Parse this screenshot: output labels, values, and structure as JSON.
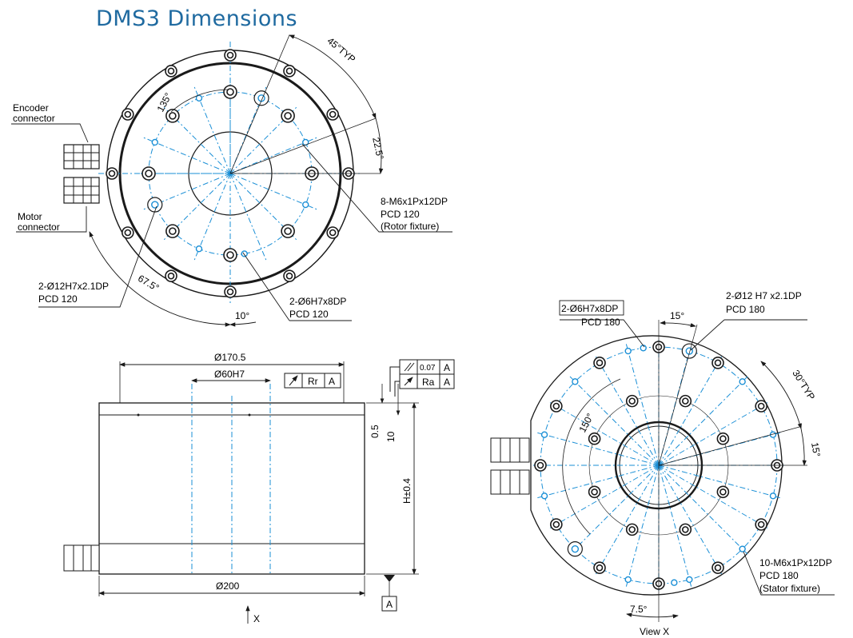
{
  "title": "DMS3 Dimensions",
  "top_view": {
    "encoder_label_1": "Encoder",
    "encoder_label_2": "connector",
    "motor_label_1": "Motor",
    "motor_label_2": "connector",
    "angle_45": "45°TYP",
    "angle_135": "135°",
    "angle_22_5": "22.5°",
    "angle_67_5": "67.5°",
    "angle_10": "10°",
    "rotor_thread_1": "8-M6x1Px12DP",
    "rotor_thread_2": "PCD 120",
    "rotor_thread_3": "(Rotor fixture)",
    "pin_12_1": "2-Ø12H7x2.1DP",
    "pin_12_2": "PCD 120",
    "pin_6_1": "2-Ø6H7x8DP",
    "pin_6_2": "PCD 120"
  },
  "side_view": {
    "dia_170": "Ø170.5",
    "dia_60": "Ø60H7",
    "runout_label": "Rr",
    "runout_datum": "A",
    "parallel_value": "0.07",
    "parallel_datum": "A",
    "flat_label": "Ra",
    "flat_datum": "A",
    "dim_0_5": "0.5",
    "dim_10": "10",
    "height": "H±0.4",
    "dia_200": "Ø200",
    "datum": "A",
    "view_arrow": "X"
  },
  "view_x": {
    "pin_6_1": "2-Ø6H7x8DP",
    "pin_6_2": "PCD 180",
    "pin_12_1": "2-Ø12 H7 x2.1DP",
    "pin_12_2": "PCD 180",
    "angle_15_top": "15°",
    "angle_30": "30°TYP",
    "angle_15_right": "15°",
    "angle_150": "150°",
    "angle_7_5": "7.5°",
    "stator_thread_1": "10-M6x1Px12DP",
    "stator_thread_2": "PCD 180",
    "stator_thread_3": "(Stator fixture)",
    "caption": "View X"
  },
  "colors": {
    "title": "#1f6aa0",
    "centerline": "#1a8fd6",
    "line": "#1a1a1a"
  }
}
